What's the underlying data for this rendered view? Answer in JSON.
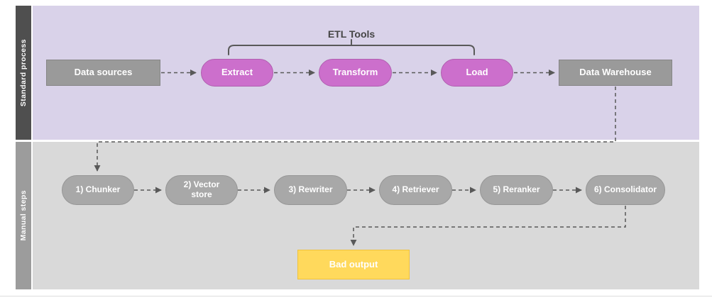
{
  "lanes": [
    {
      "label": "Standard process"
    },
    {
      "label": "Manual steps"
    }
  ],
  "standard": {
    "etl_tools_label": "ETL Tools",
    "nodes": {
      "data_sources": "Data sources",
      "extract": "Extract",
      "transform": "Transform",
      "load": "Load",
      "data_warehouse": "Data Warehouse"
    }
  },
  "manual": {
    "steps": [
      "1) Chunker",
      "2) Vector store",
      "3) Rewriter",
      "4) Retriever",
      "5) Reranker",
      "6) Consolidator"
    ],
    "bad_output": "Bad output"
  },
  "colors": {
    "standard_lane_bg": "#d9d2e9",
    "standard_lane_strip": "#4f4f4f",
    "manual_lane_bg": "#d9d9d9",
    "manual_lane_strip": "#9c9c9c",
    "gray_node": "#9a9a9a",
    "purple_node": "#cc6fcc",
    "gray_pill_node": "#a8a8a8",
    "bad_output_node": "#ffd95c",
    "connector": "#595959"
  }
}
